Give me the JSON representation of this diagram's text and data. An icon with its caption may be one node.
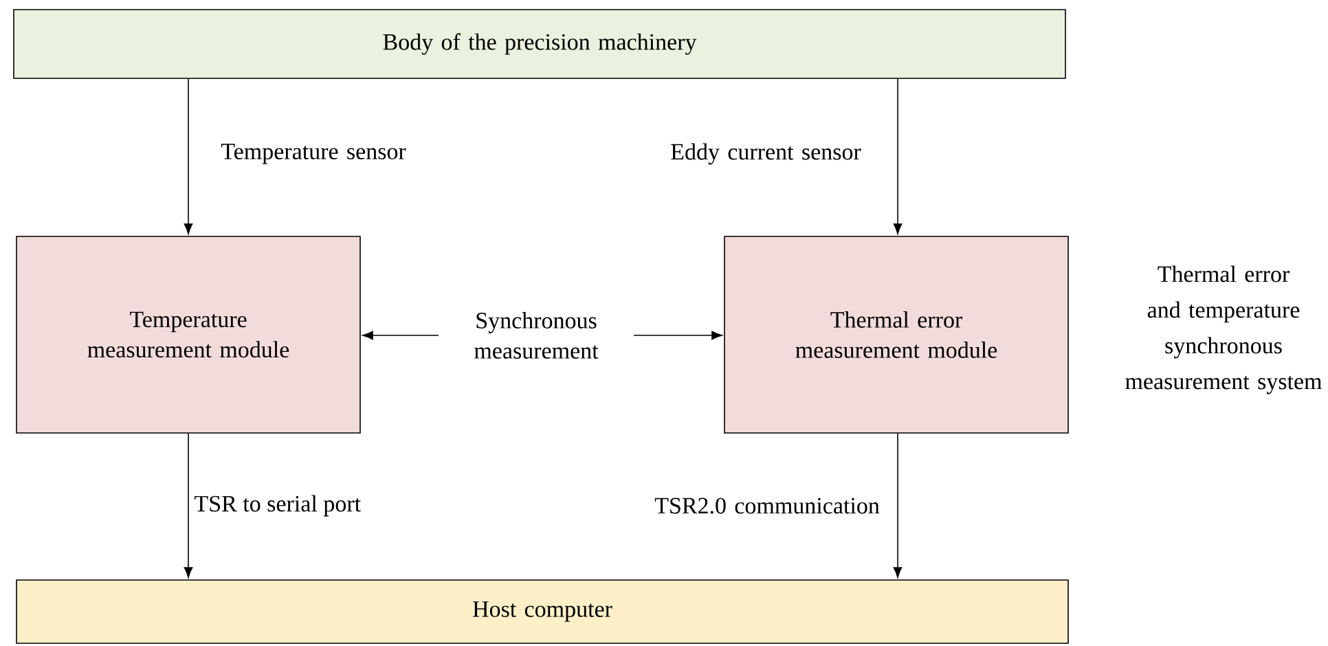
{
  "diagram": {
    "nodes": [
      {
        "text": [
          "Body of the precision machinery"
        ]
      },
      {
        "text": [
          "Temperature measurement module"
        ]
      },
      {
        "text": [
          "Thermal error measurement module"
        ]
      },
      {
        "text": [
          "Host computer"
        ]
      }
    ],
    "edges": [
      {
        "from": 0,
        "to": 1,
        "arrow": "to",
        "label": "Temperature sensor"
      },
      {
        "from": 0,
        "to": 2,
        "arrow": "to",
        "label": "Eddy current sensor"
      },
      {
        "from": 1,
        "to": 2,
        "arrow": "both",
        "label": "Synchronous measurement"
      },
      {
        "from": 1,
        "to": 3,
        "arrow": "to",
        "label": "TSR to serial port"
      },
      {
        "from": 2,
        "to": 3,
        "arrow": "to",
        "label": "TSR2.0 communication"
      }
    ],
    "labels": [
      "Thermal error and temperature synchronous measurement system"
    ]
  }
}
